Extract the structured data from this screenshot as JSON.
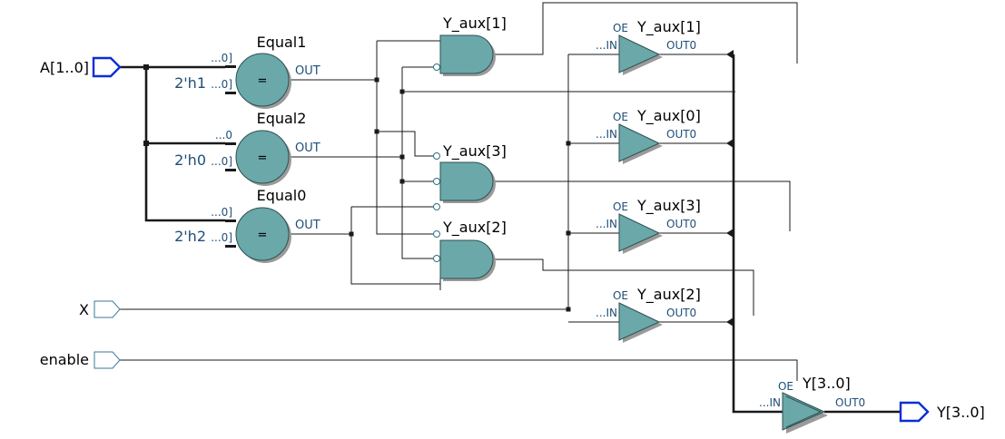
{
  "ports": {
    "a": "A[1..0]",
    "x": "X",
    "enable": "enable",
    "y": "Y[3..0]"
  },
  "comparators": [
    {
      "name": "Equal1",
      "const": "2'h1",
      "pin_top": "...0]",
      "pin_bot": "...0]",
      "symbol": "=",
      "out": "OUT"
    },
    {
      "name": "Equal2",
      "const": "2'h0",
      "pin_top": "...0",
      "pin_bot": "...0]",
      "symbol": "=",
      "out": "OUT"
    },
    {
      "name": "Equal0",
      "const": "2'h2",
      "pin_top": "...0]",
      "pin_bot": "...0]",
      "symbol": "=",
      "out": "OUT"
    }
  ],
  "and_gates": [
    {
      "name": "Y_aux[1]"
    },
    {
      "name": "Y_aux[3]"
    },
    {
      "name": "Y_aux[2]"
    }
  ],
  "buffers": [
    {
      "name": "Y_aux[1]",
      "oe": "OE",
      "in": "...IN",
      "out": "OUT0"
    },
    {
      "name": "Y_aux[0]",
      "oe": "OE",
      "in": "...IN",
      "out": "OUT0"
    },
    {
      "name": "Y_aux[3]",
      "oe": "OE",
      "in": "...IN",
      "out": "OUT0"
    },
    {
      "name": "Y_aux[2]",
      "oe": "OE",
      "in": "...IN",
      "out": "OUT0"
    }
  ],
  "output_buffer": {
    "name": "Y[3..0]",
    "oe": "OE",
    "in": "...IN",
    "out": "OUT0"
  }
}
